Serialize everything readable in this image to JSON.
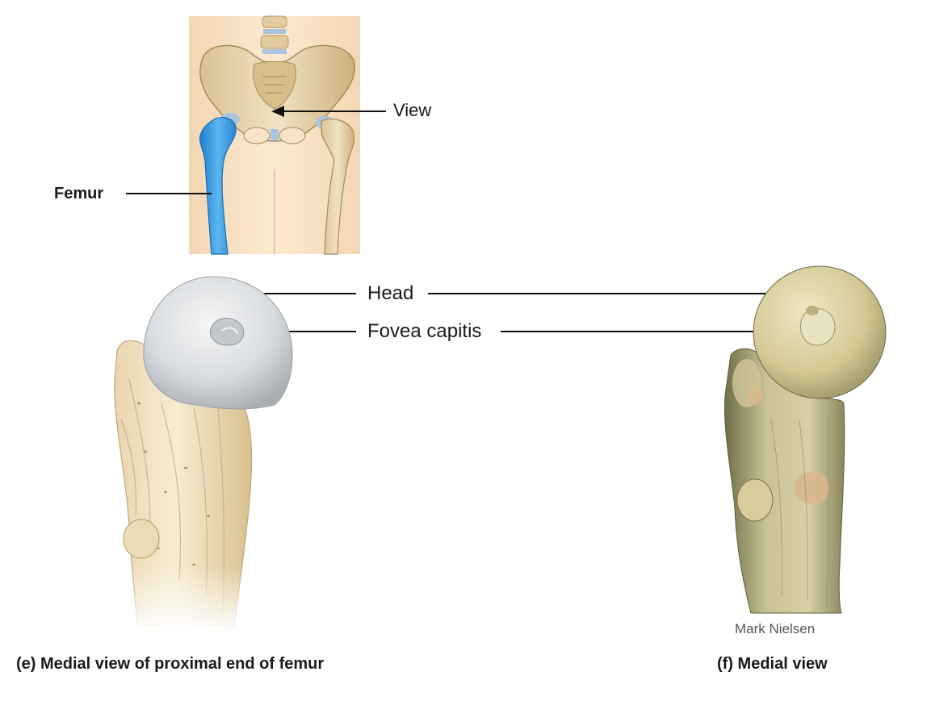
{
  "labels": {
    "view": "View",
    "femur": "Femur",
    "head": "Head",
    "fovea_capitis": "Fovea capitis",
    "credit": "Mark Nielsen"
  },
  "captions": {
    "e": "(e) Medial view of proximal end of femur",
    "f": "(f) Medial view"
  },
  "colors": {
    "skin": "#f7e3c6",
    "bone": "#e6d3ab",
    "femur_highlight": "#3d9ee4",
    "head_gray": "#d6d9dc",
    "photo_bone": "#d8cfa2",
    "cartilage": "#a9c4dd"
  }
}
